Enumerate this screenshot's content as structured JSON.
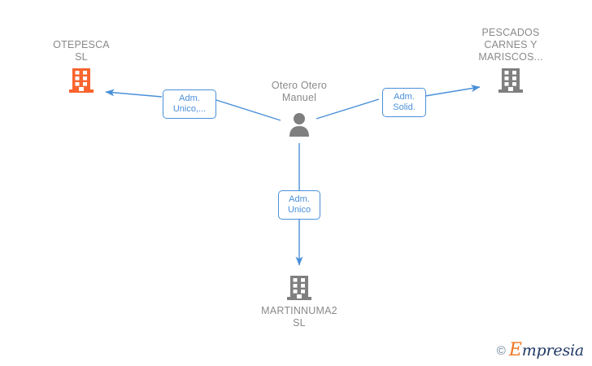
{
  "diagram": {
    "type": "relationship-graph",
    "background_color": "#ffffff",
    "edge_color": "#4a90d9",
    "company_gray_color": "#7f7f7f",
    "company_orange_color": "#f9642e",
    "person_color": "#7f7f7f",
    "text_color": "#8a8a8a",
    "nodes": [
      {
        "id": "otepesca",
        "label": "OTEPESCA\nSL",
        "icon": "building-icon",
        "kind": "company",
        "highlight": true
      },
      {
        "id": "pescados",
        "label": "PESCADOS\nCARNES Y\nMARISCOS...",
        "icon": "building-icon",
        "kind": "company",
        "highlight": false
      },
      {
        "id": "person",
        "label": "Otero Otero\nManuel",
        "icon": "person-icon",
        "kind": "person",
        "highlight": false
      },
      {
        "id": "martinnuma2",
        "label": "MARTINNUMA2\nSL",
        "icon": "building-icon",
        "kind": "company",
        "highlight": false
      }
    ],
    "edges": [
      {
        "id": "edge-otepesca",
        "from": "person",
        "to": "otepesca",
        "label": "Adm.\nUnico,...",
        "direction": "left"
      },
      {
        "id": "edge-pescados",
        "from": "person",
        "to": "pescados",
        "label": "Adm.\nSolid.",
        "direction": "right"
      },
      {
        "id": "edge-martinnuma2",
        "from": "person",
        "to": "martinnuma2",
        "label": "Adm.\nUnico",
        "direction": "down"
      }
    ]
  },
  "watermark": {
    "copyright_symbol": "©",
    "brand_initial": "E",
    "brand_rest": "mpresia"
  }
}
